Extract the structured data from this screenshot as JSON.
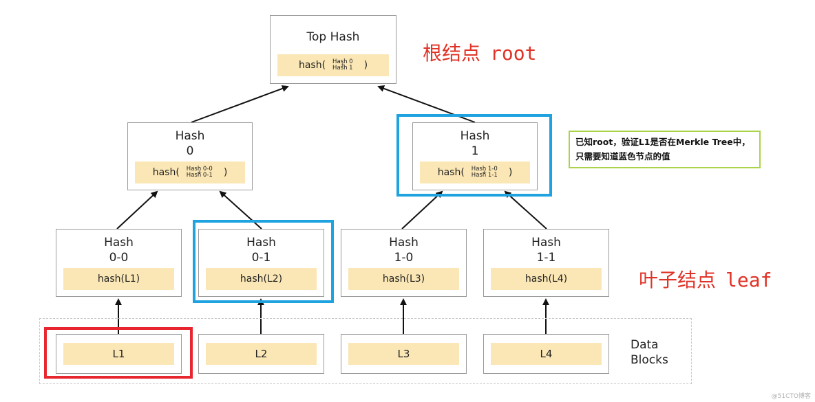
{
  "top_hash": {
    "title": "Top Hash",
    "func": "hash(",
    "a": "Hash 0",
    "b": "Hash 1",
    "plus": "+",
    "close": ")"
  },
  "hash0": {
    "title1": "Hash",
    "title2": "0",
    "func": "hash(",
    "a": "Hash 0-0",
    "b": "Hash 0-1",
    "plus": "+",
    "close": ")"
  },
  "hash1": {
    "title1": "Hash",
    "title2": "1",
    "func": "hash(",
    "a": "Hash 1-0",
    "b": "Hash 1-1",
    "plus": "+",
    "close": ")"
  },
  "leaves": [
    {
      "title1": "Hash",
      "title2": "0-0",
      "value": "hash(L1)"
    },
    {
      "title1": "Hash",
      "title2": "0-1",
      "value": "hash(L2)"
    },
    {
      "title1": "Hash",
      "title2": "1-0",
      "value": "hash(L3)"
    },
    {
      "title1": "Hash",
      "title2": "1-1",
      "value": "hash(L4)"
    }
  ],
  "blocks": [
    "L1",
    "L2",
    "L3",
    "L4"
  ],
  "data_blocks_label": {
    "line1": "Data",
    "line2": "Blocks"
  },
  "root_label": {
    "zh": "根结点",
    "en": "root"
  },
  "leaf_label": {
    "zh": "叶子结点",
    "en": "leaf"
  },
  "note": {
    "line1": "已知root，验证L1是否在Merkle Tree中，",
    "line2": "只需要知道蓝色节点的值"
  },
  "watermark": "@51CTO博客",
  "colors": {
    "highlight_blue": "#1fa3e0",
    "highlight_red": "#e8262f",
    "label_red": "#e03327",
    "band": "#fbe7b5",
    "note_border": "#a8d34a"
  }
}
